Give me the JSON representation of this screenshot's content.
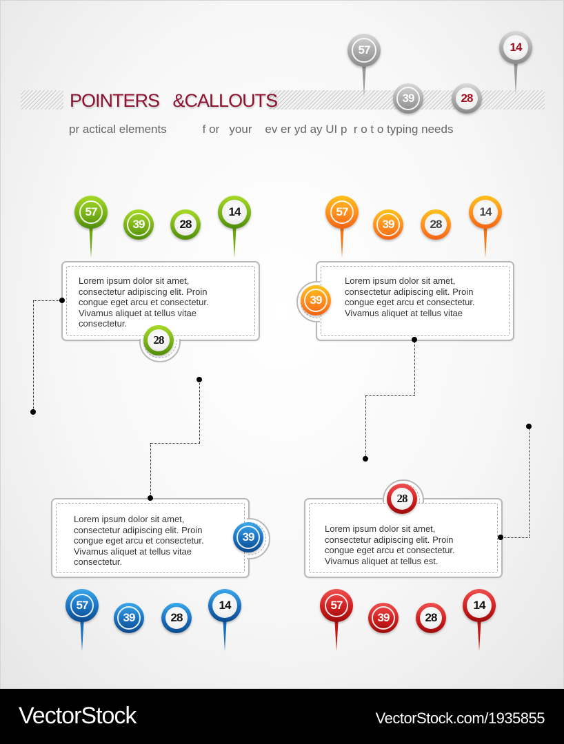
{
  "header": {
    "title": "POINTERS   &CALLOUTS",
    "subtitle": "pr actical elements           f or   your    ev er yd ay UI p  r o t o typing needs",
    "pins": [
      {
        "label": "57",
        "style": "gray-pin"
      },
      {
        "label": "39",
        "style": "gray-badge"
      },
      {
        "label": "28",
        "style": "gray-white-badge",
        "text_color": "#a01020"
      },
      {
        "label": "14",
        "style": "gray-white-pin",
        "text_color": "#a01020"
      }
    ]
  },
  "colors": {
    "title": "#8c1230",
    "green": "#7ab317",
    "orange": "#ff8d1f",
    "blue": "#1a6fbf",
    "red": "#d11e1e",
    "gray": "#a8a8a8"
  },
  "groups": {
    "green": {
      "pins": [
        "57",
        "39",
        "28",
        "14"
      ],
      "callout": {
        "badge": "28",
        "lines": [
          "Lorem ipsum dolor sit amet,",
          "consectetur adipiscing elit. Proin",
          "congue eget arcu et consectetur.",
          "Vivamus aliquet at tellus vitae",
          "consectetur."
        ]
      }
    },
    "orange": {
      "pins": [
        "57",
        "39",
        "28",
        "14"
      ],
      "callout": {
        "badge": "39",
        "lines": [
          "Lorem ipsum dolor sit amet,",
          "consectetur adipiscing elit. Proin",
          "congue eget arcu et consectetur.",
          "Vivamus aliquet at tellus vitae"
        ]
      }
    },
    "blue": {
      "pins": [
        "57",
        "39",
        "28",
        "14"
      ],
      "callout": {
        "badge": "39",
        "lines": [
          "Lorem ipsum dolor sit amet,",
          "consectetur adipiscing elit. Proin",
          "congue eget arcu et consectetur.",
          "Vivamus aliquet at tellus vitae",
          "consectetur."
        ]
      }
    },
    "red": {
      "pins": [
        "57",
        "39",
        "28",
        "14"
      ],
      "callout": {
        "badge": "28",
        "lines": [
          "Lorem ipsum dolor sit amet,",
          "consectetur adipiscing elit. Proin",
          "congue eget arcu et consectetur.",
          "Vivamus aliquet at tellus est."
        ]
      }
    }
  },
  "footer": {
    "brand": "VectorStock",
    "reference": "VectorStock.com/1935855"
  }
}
